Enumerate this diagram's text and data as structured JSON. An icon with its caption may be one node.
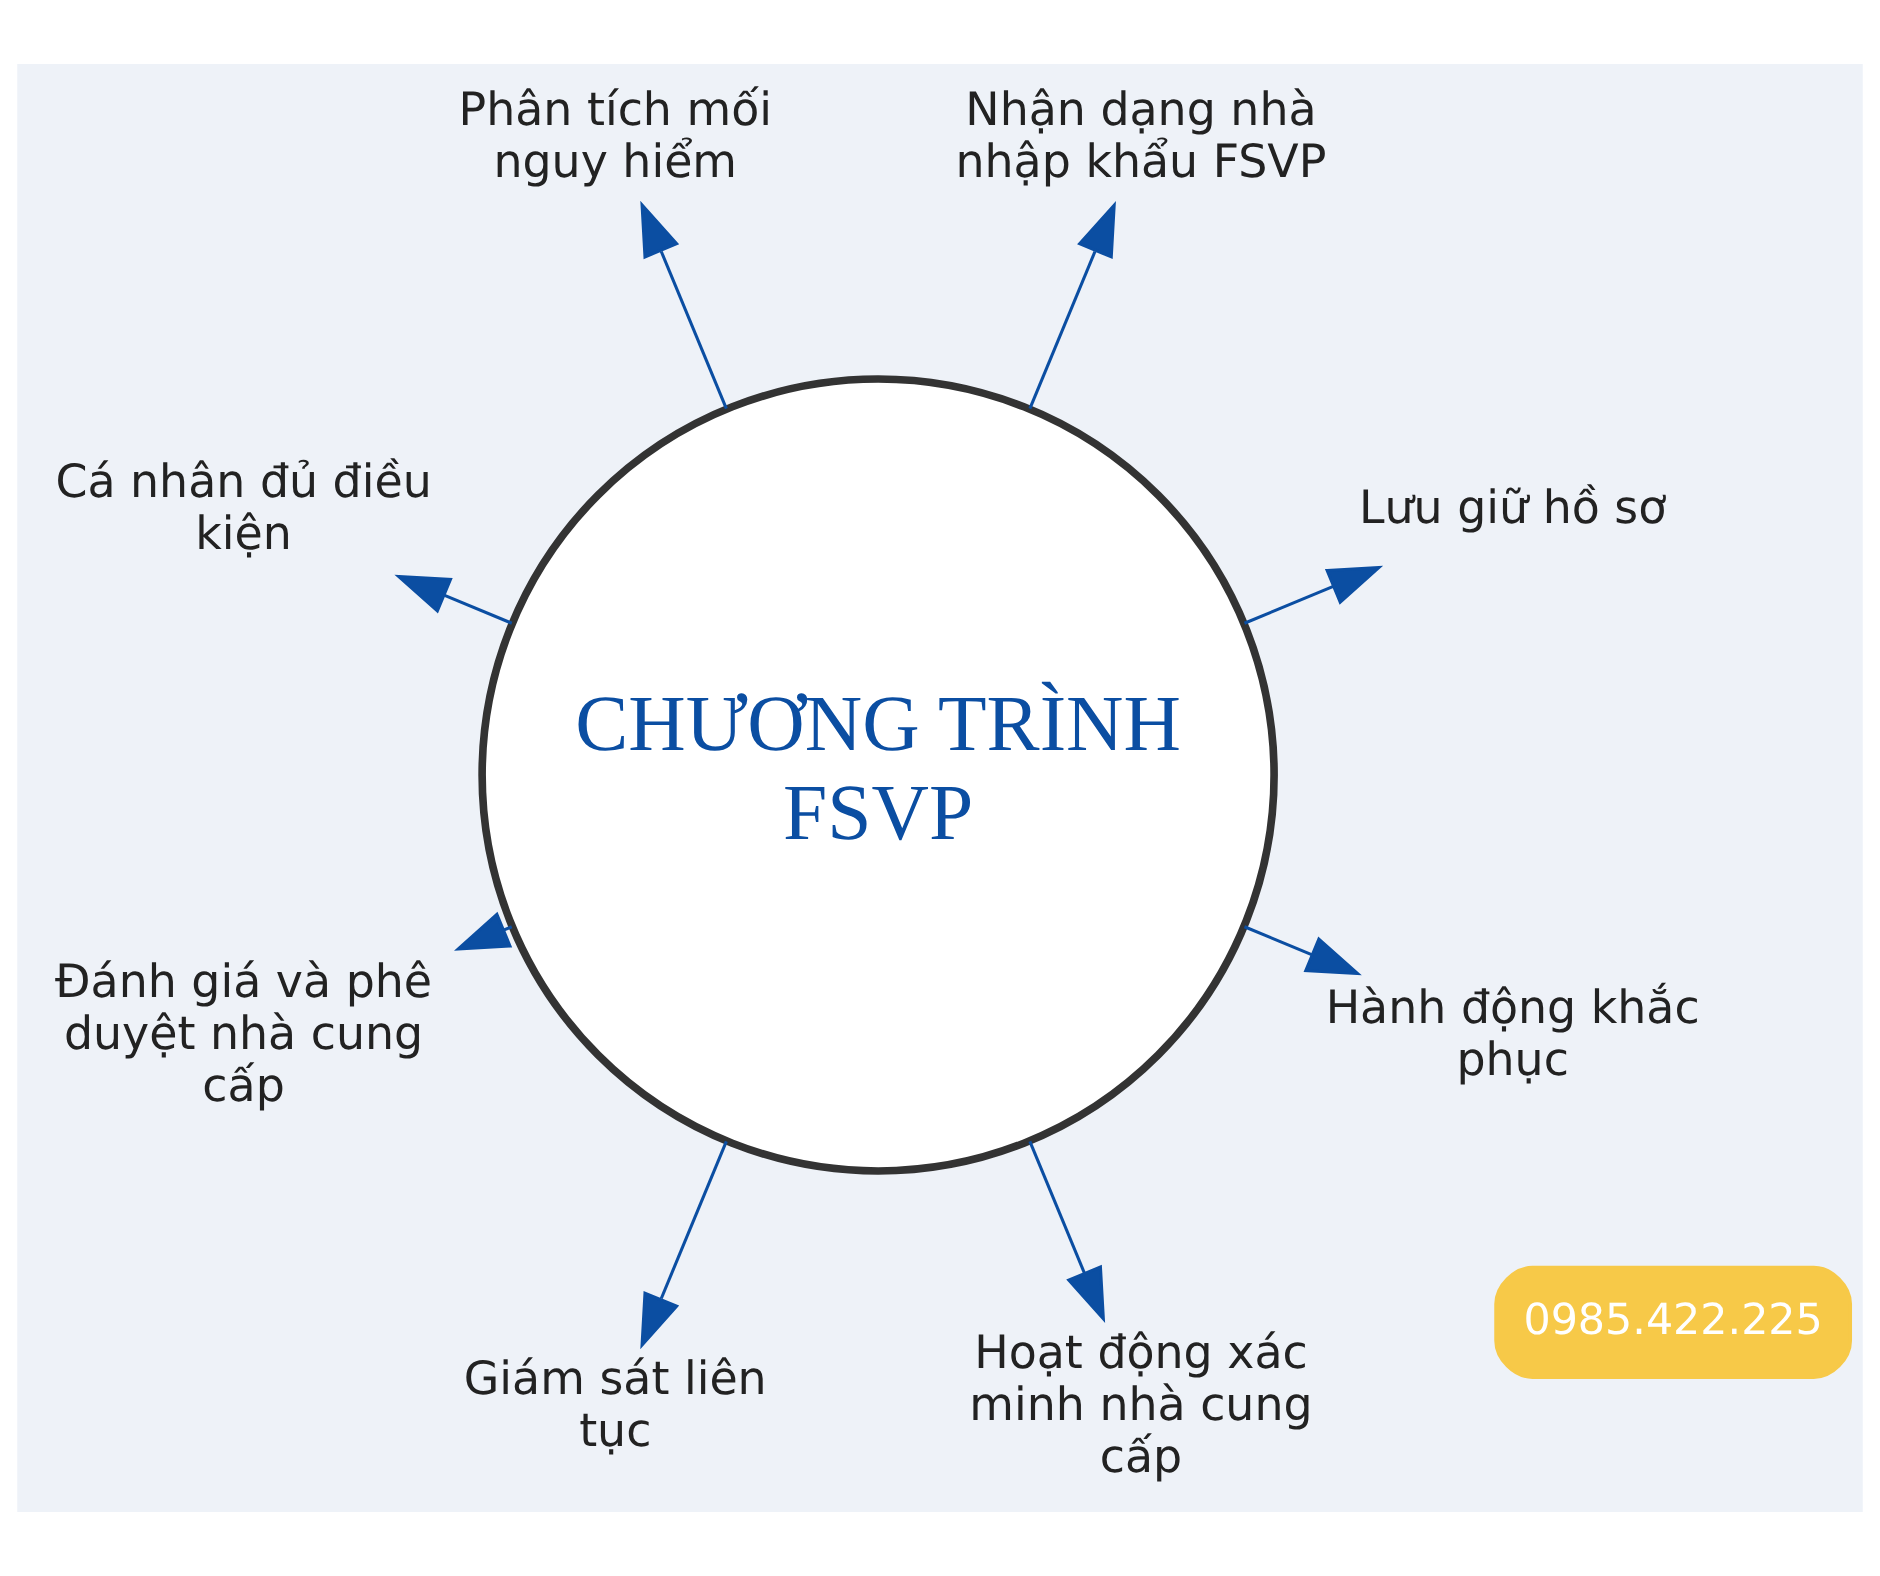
{
  "diagram": {
    "nodes": [
      {
        "text": [
          "CHƯƠNG TRÌNH FSVP"
        ]
      },
      {
        "text": [
          "Lưu giữ hồ sơ"
        ]
      },
      {
        "text": [
          "Nhận dạng nhà nhập khẩu FSVP"
        ]
      },
      {
        "text": [
          "Phân tích mối nguy hiểm"
        ]
      },
      {
        "text": [
          "Cá nhân đủ điều kiện"
        ]
      },
      {
        "text": [
          "Đánh giá và phê duyệt nhà cung cấp"
        ]
      },
      {
        "text": [
          "Giám sát liên tục"
        ]
      },
      {
        "text": [
          "Hoạt động xác minh nhà cung cấp"
        ]
      },
      {
        "text": [
          "Hành động khắc phục"
        ]
      }
    ],
    "edges": [
      {
        "from": 0,
        "to": 1,
        "arrow": "to"
      },
      {
        "from": 0,
        "to": 2,
        "arrow": "to"
      },
      {
        "from": 0,
        "to": 3,
        "arrow": "to"
      },
      {
        "from": 0,
        "to": 4,
        "arrow": "to"
      },
      {
        "from": 0,
        "to": 5,
        "arrow": "to"
      },
      {
        "from": 0,
        "to": 6,
        "arrow": "to"
      },
      {
        "from": 0,
        "to": 7,
        "arrow": "to"
      },
      {
        "from": 0,
        "to": 8,
        "arrow": "to"
      }
    ],
    "labels": [
      "0985.422.225"
    ]
  }
}
